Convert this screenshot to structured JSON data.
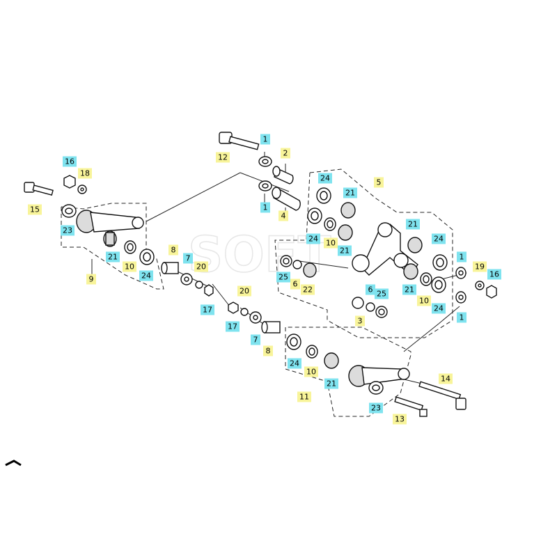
{
  "colors": {
    "cyan_label": "#7fe3ef",
    "yellow_label": "#f8f49a",
    "line": "#222222"
  },
  "watermark": "SOFT",
  "labels": [
    {
      "id": "l1",
      "text": "1",
      "color": "cyan"
    },
    {
      "id": "l2",
      "text": "1",
      "color": "cyan"
    },
    {
      "id": "l3",
      "text": "2",
      "color": "yellow"
    },
    {
      "id": "l4",
      "text": "4",
      "color": "yellow"
    },
    {
      "id": "l5",
      "text": "12",
      "color": "yellow"
    },
    {
      "id": "l6",
      "text": "16",
      "color": "cyan"
    },
    {
      "id": "l7",
      "text": "18",
      "color": "yellow"
    },
    {
      "id": "l8",
      "text": "15",
      "color": "yellow"
    },
    {
      "id": "l9",
      "text": "23",
      "color": "cyan"
    },
    {
      "id": "l10",
      "text": "21",
      "color": "cyan"
    },
    {
      "id": "l11",
      "text": "10",
      "color": "yellow"
    },
    {
      "id": "l12",
      "text": "24",
      "color": "cyan"
    },
    {
      "id": "l13",
      "text": "9",
      "color": "yellow"
    },
    {
      "id": "l14",
      "text": "8",
      "color": "yellow"
    },
    {
      "id": "l15",
      "text": "7",
      "color": "cyan"
    },
    {
      "id": "l16",
      "text": "20",
      "color": "yellow"
    },
    {
      "id": "l17",
      "text": "17",
      "color": "cyan"
    },
    {
      "id": "l18",
      "text": "5",
      "color": "yellow"
    },
    {
      "id": "l19",
      "text": "24",
      "color": "cyan"
    },
    {
      "id": "l20",
      "text": "21",
      "color": "cyan"
    },
    {
      "id": "l21",
      "text": "24",
      "color": "cyan"
    },
    {
      "id": "l22",
      "text": "10",
      "color": "yellow"
    },
    {
      "id": "l23",
      "text": "21",
      "color": "cyan"
    },
    {
      "id": "l24",
      "text": "21",
      "color": "cyan"
    },
    {
      "id": "l25",
      "text": "24",
      "color": "cyan"
    },
    {
      "id": "l26",
      "text": "1",
      "color": "cyan"
    },
    {
      "id": "l27",
      "text": "19",
      "color": "yellow"
    },
    {
      "id": "l28",
      "text": "16",
      "color": "cyan"
    },
    {
      "id": "l29",
      "text": "25",
      "color": "cyan"
    },
    {
      "id": "l30",
      "text": "6",
      "color": "yellow"
    },
    {
      "id": "l31",
      "text": "22",
      "color": "yellow"
    },
    {
      "id": "l32",
      "text": "21",
      "color": "cyan"
    },
    {
      "id": "l33",
      "text": "10",
      "color": "yellow"
    },
    {
      "id": "l34",
      "text": "24",
      "color": "cyan"
    },
    {
      "id": "l35",
      "text": "1",
      "color": "cyan"
    },
    {
      "id": "l36",
      "text": "6",
      "color": "cyan"
    },
    {
      "id": "l37",
      "text": "25",
      "color": "cyan"
    },
    {
      "id": "l38",
      "text": "3",
      "color": "yellow"
    },
    {
      "id": "l39",
      "text": "20",
      "color": "yellow"
    },
    {
      "id": "l40",
      "text": "17",
      "color": "cyan"
    },
    {
      "id": "l41",
      "text": "7",
      "color": "cyan"
    },
    {
      "id": "l42",
      "text": "8",
      "color": "yellow"
    },
    {
      "id": "l43",
      "text": "24",
      "color": "cyan"
    },
    {
      "id": "l44",
      "text": "10",
      "color": "yellow"
    },
    {
      "id": "l45",
      "text": "21",
      "color": "cyan"
    },
    {
      "id": "l46",
      "text": "11",
      "color": "yellow"
    },
    {
      "id": "l47",
      "text": "14",
      "color": "yellow"
    },
    {
      "id": "l48",
      "text": "23",
      "color": "cyan"
    },
    {
      "id": "l49",
      "text": "13",
      "color": "yellow"
    }
  ]
}
